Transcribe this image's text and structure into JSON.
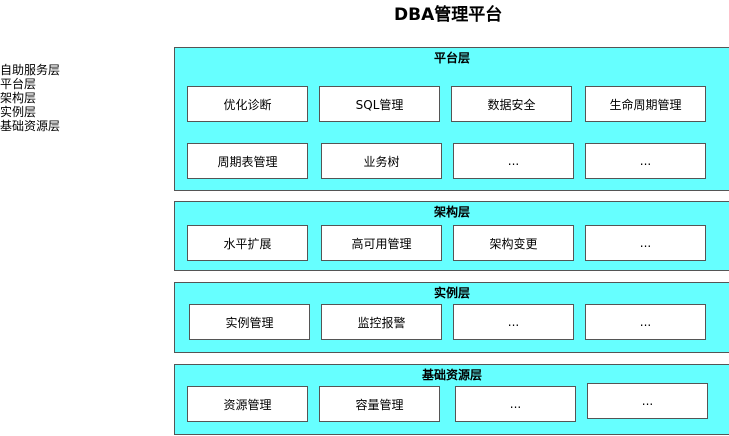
{
  "title": "DBA管理平台",
  "side_list": [
    "自助服务层",
    "平台层",
    "架构层",
    "实例层",
    "基础资源层"
  ],
  "layers": [
    {
      "name": "平台层",
      "modules": [
        "优化诊断",
        "SQL管理",
        "数据安全",
        "生命周期管理",
        "周期表管理",
        "业务树",
        "...",
        "..."
      ]
    },
    {
      "name": "架构层",
      "modules": [
        "水平扩展",
        "高可用管理",
        "架构变更",
        "..."
      ]
    },
    {
      "name": "实例层",
      "modules": [
        "实例管理",
        "监控报警",
        "...",
        "..."
      ]
    },
    {
      "name": "基础资源层",
      "modules": [
        "资源管理",
        "容量管理",
        "...",
        "..."
      ]
    }
  ],
  "colors": {
    "layer_fill": "#66ffff",
    "module_fill": "#ffffff",
    "border": "#555555"
  }
}
